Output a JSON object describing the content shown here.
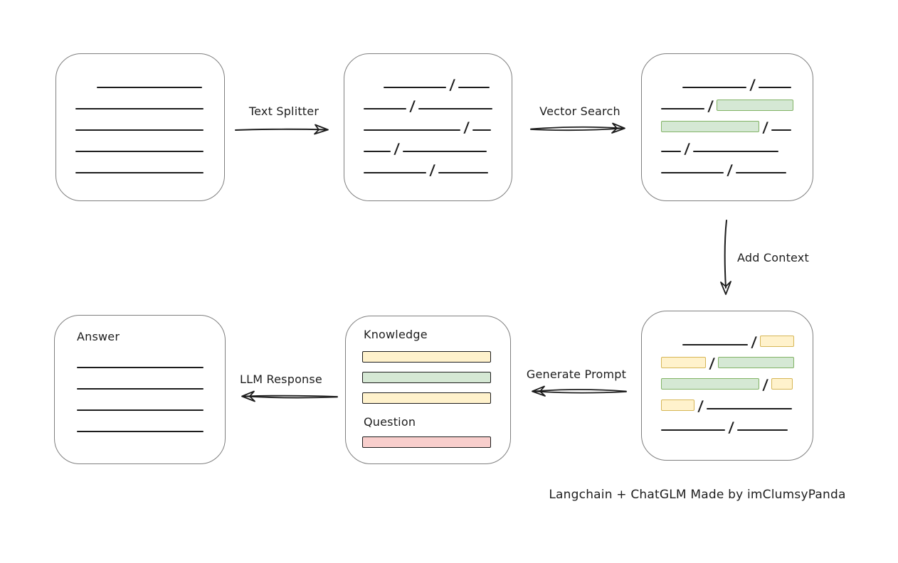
{
  "colors": {
    "ink": "#1d1d1d",
    "box_border": "#7f7f7f",
    "green_fill": "#d5e8d4",
    "green_border": "#82b366",
    "yellow_fill": "#fff2cc",
    "yellow_border": "#d6b656",
    "red_fill": "#f8cecc",
    "red_border": "#b85450"
  },
  "labels": {
    "text_splitter": "Text Splitter",
    "vector_search": "Vector Search",
    "add_context": "Add Context",
    "generate_prompt": "Generate Prompt",
    "llm_response": "LLM Response",
    "knowledge": "Knowledge",
    "question": "Question",
    "answer": "Answer",
    "caption": "Langchain + ChatGLM Made by imClumsyPanda"
  },
  "boxes": {
    "document": {
      "rows": [
        [
          {
            "t": "gap",
            "w": 30
          },
          {
            "t": "line",
            "w": 148
          }
        ],
        [
          {
            "t": "line",
            "w": 180
          }
        ],
        [
          {
            "t": "line",
            "w": 180
          }
        ],
        [
          {
            "t": "line",
            "w": 180
          }
        ],
        [
          {
            "t": "line",
            "w": 180
          }
        ]
      ]
    },
    "chunks": {
      "rows": [
        [
          {
            "t": "gap",
            "w": 28
          },
          {
            "t": "line",
            "w": 88
          },
          {
            "t": "slash"
          },
          {
            "t": "line",
            "w": 44
          }
        ],
        [
          {
            "t": "line",
            "w": 60
          },
          {
            "t": "slash"
          },
          {
            "t": "line",
            "w": 104
          }
        ],
        [
          {
            "t": "line",
            "w": 136
          },
          {
            "t": "slash"
          },
          {
            "t": "line",
            "w": 26
          }
        ],
        [
          {
            "t": "line",
            "w": 38
          },
          {
            "t": "slash"
          },
          {
            "t": "line",
            "w": 118
          }
        ],
        [
          {
            "t": "line",
            "w": 88
          },
          {
            "t": "slash"
          },
          {
            "t": "line",
            "w": 70
          }
        ]
      ]
    },
    "matched": {
      "rows": [
        [
          {
            "t": "gap",
            "w": 30
          },
          {
            "t": "line",
            "w": 90
          },
          {
            "t": "slash"
          },
          {
            "t": "line",
            "w": 46
          }
        ],
        [
          {
            "t": "line",
            "w": 61
          },
          {
            "t": "slash"
          },
          {
            "t": "bar",
            "c": "green",
            "w": 108
          }
        ],
        [
          {
            "t": "bar",
            "c": "green",
            "w": 138
          },
          {
            "t": "slash"
          },
          {
            "t": "line",
            "w": 28
          }
        ],
        [
          {
            "t": "line",
            "w": 28
          },
          {
            "t": "slash"
          },
          {
            "t": "line",
            "w": 120
          }
        ],
        [
          {
            "t": "line",
            "w": 88
          },
          {
            "t": "slash"
          },
          {
            "t": "line",
            "w": 71
          }
        ]
      ]
    },
    "context": {
      "rows": [
        [
          {
            "t": "gap",
            "w": 30
          },
          {
            "t": "line",
            "w": 92
          },
          {
            "t": "slash"
          },
          {
            "t": "bar",
            "c": "yellow",
            "w": 48
          }
        ],
        [
          {
            "t": "bar",
            "c": "yellow",
            "w": 63
          },
          {
            "t": "slash"
          },
          {
            "t": "bar",
            "c": "green",
            "w": 108
          }
        ],
        [
          {
            "t": "bar",
            "c": "green",
            "w": 138
          },
          {
            "t": "slash"
          },
          {
            "t": "bar",
            "c": "yellow",
            "w": 30
          }
        ],
        [
          {
            "t": "bar",
            "c": "yellow",
            "w": 47
          },
          {
            "t": "slash"
          },
          {
            "t": "line",
            "w": 120
          }
        ],
        [
          {
            "t": "line",
            "w": 90
          },
          {
            "t": "slash"
          },
          {
            "t": "line",
            "w": 71
          }
        ]
      ]
    },
    "prompt": {
      "knowledge_bars": [
        "yellow",
        "green",
        "yellow"
      ],
      "question_bars": [
        "red"
      ]
    },
    "answer": {
      "rows": [
        [
          {
            "t": "line",
            "w": 178
          }
        ],
        [
          {
            "t": "line",
            "w": 178
          }
        ],
        [
          {
            "t": "line",
            "w": 178
          }
        ],
        [
          {
            "t": "line",
            "w": 178
          }
        ]
      ]
    }
  }
}
